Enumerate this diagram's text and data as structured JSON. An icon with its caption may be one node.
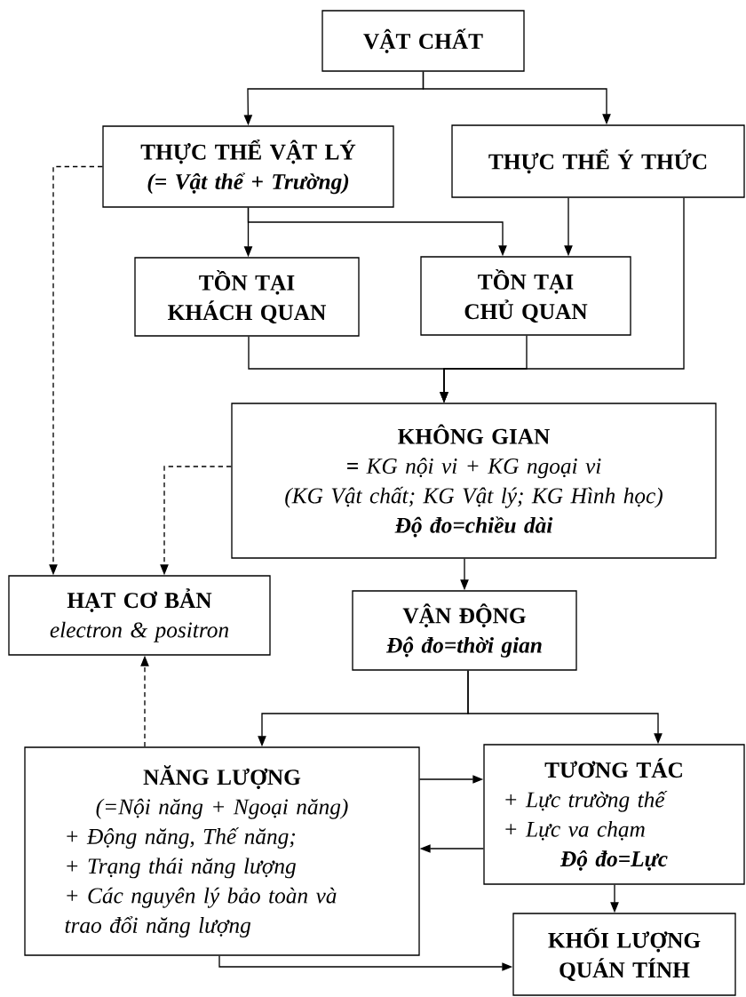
{
  "diagram": {
    "nodes": [
      {
        "text": [
          "VẬT CHẤT"
        ]
      },
      {
        "text": [
          "THỰC THỂ VẬT LÝ",
          "(= Vật thể + Trường)"
        ]
      },
      {
        "text": [
          "THỰC THỂ Ý THỨC"
        ]
      },
      {
        "text": [
          "TỒN TẠI KHÁCH QUAN"
        ]
      },
      {
        "text": [
          "TỒN TẠI CHỦ QUAN"
        ]
      },
      {
        "text": [
          "KHÔNG GIAN",
          "**=** KG nội vi + KG ngoại vi",
          "(KG Vật chất; KG Vật lý;  KG Hình học)",
          "Độ đo=chiều dài"
        ]
      },
      {
        "text": [
          "HẠT CƠ BẢN",
          "electron & positron"
        ]
      },
      {
        "text": [
          "VẬN ĐỘNG",
          "Độ đo=thời gian"
        ]
      },
      {
        "text": [
          "NĂNG LƯỢNG",
          "(=Nội năng + Ngoại năng)",
          "+ Động năng, Thế năng;",
          "+ Trạng thái năng lượng",
          "+ Các nguyên lý bảo toàn và trao đổi năng lượng"
        ]
      },
      {
        "text": [
          "TƯƠNG TÁC",
          "+ Lực trường thế",
          "+ Lực va chạm",
          "Độ đo=Lực"
        ]
      },
      {
        "text": [
          "KHỐI LƯỢNG QUÁN TÍNH"
        ]
      }
    ],
    "edges": [
      {
        "from": 0,
        "to": 1,
        "arrow": "to"
      },
      {
        "from": 0,
        "to": 2,
        "arrow": "to"
      },
      {
        "from": 1,
        "to": 3,
        "arrow": "to"
      },
      {
        "from": 1,
        "to": 4,
        "arrow": "to"
      },
      {
        "from": 2,
        "to": 4,
        "arrow": "to"
      },
      {
        "from": 3,
        "to": 5,
        "arrow": "to"
      },
      {
        "from": 4,
        "to": 5,
        "arrow": "to"
      },
      {
        "from": 2,
        "to": 5,
        "arrow": "to"
      },
      {
        "from": 1,
        "to": 6,
        "arrow": "to",
        "style": "dashed"
      },
      {
        "from": 5,
        "to": 6,
        "arrow": "to",
        "style": "dashed"
      },
      {
        "from": 8,
        "to": 6,
        "arrow": "to",
        "style": "dashed"
      },
      {
        "from": 5,
        "to": 7,
        "arrow": "to"
      },
      {
        "from": 7,
        "to": 8,
        "arrow": "to"
      },
      {
        "from": 7,
        "to": 9,
        "arrow": "to"
      },
      {
        "from": 8,
        "to": 9,
        "arrow": "to"
      },
      {
        "from": 9,
        "to": 8,
        "arrow": "to"
      },
      {
        "from": 9,
        "to": 10,
        "arrow": "to"
      },
      {
        "from": 8,
        "to": 10,
        "arrow": "to"
      }
    ]
  }
}
